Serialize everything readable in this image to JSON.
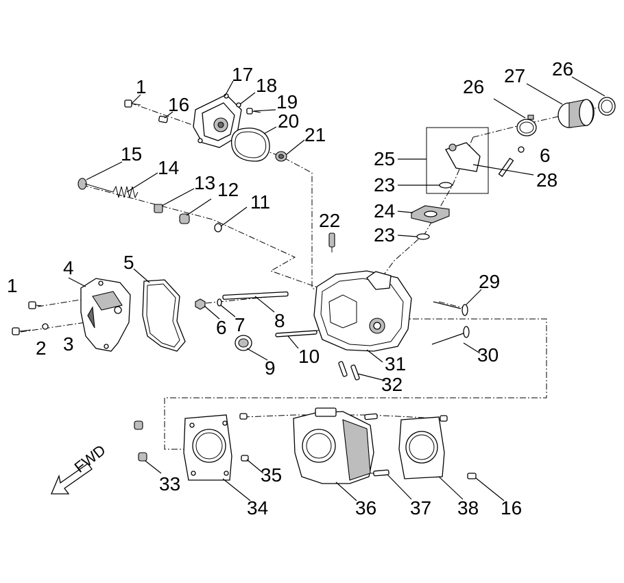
{
  "callouts": {
    "c1a": "1",
    "c16a": "16",
    "c17": "17",
    "c18": "18",
    "c19": "19",
    "c20": "20",
    "c21": "21",
    "c15": "15",
    "c14": "14",
    "c13": "13",
    "c12": "12",
    "c11": "11",
    "c26a": "26",
    "c27": "27",
    "c26b": "26",
    "c6a": "6",
    "c25": "25",
    "c28": "28",
    "c23a": "23",
    "c24": "24",
    "c23b": "23",
    "c22": "22",
    "c4": "4",
    "c5": "5",
    "c1b": "1",
    "c2": "2",
    "c3": "3",
    "c6b": "6",
    "c7": "7",
    "c8": "8",
    "c9": "9",
    "c10": "10",
    "c29": "29",
    "c30": "30",
    "c31": "31",
    "c32": "32",
    "c33": "33",
    "c34": "34",
    "c35": "35",
    "c36": "36",
    "c37": "37",
    "c38": "38",
    "c16b": "16"
  },
  "direction_label": "FWD",
  "icons": {
    "direction": "forward-arrow-icon"
  }
}
